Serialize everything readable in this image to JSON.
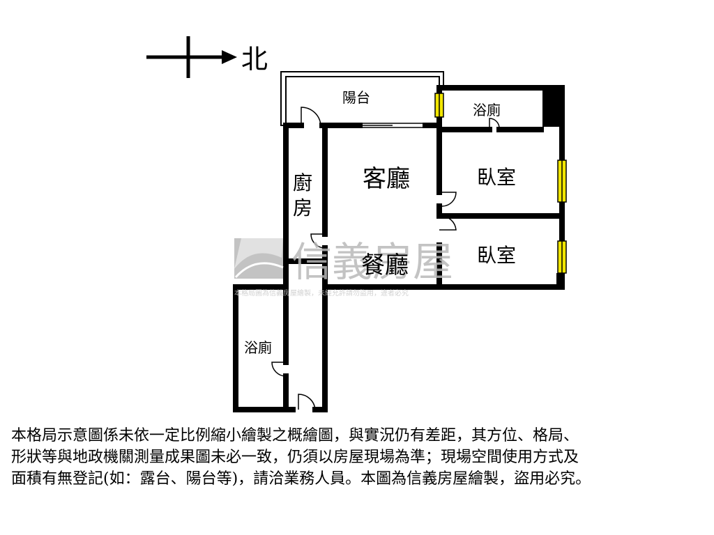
{
  "compass": {
    "north_label": "北"
  },
  "rooms": {
    "balcony": "陽台",
    "bath_top": "浴廁",
    "living_room": "客廳",
    "bedroom_1": "臥室",
    "kitchen": "廚房",
    "dining_room": "餐廳",
    "bedroom_2": "臥室",
    "bath_bottom": "浴廁"
  },
  "watermark": {
    "brand": "信義房屋",
    "note": "本格局圖為信義房屋繪製，未經允許請勿盜用，違者必究"
  },
  "disclaimer": {
    "line1": "本格局示意圖係未依一定比例縮小繪製之概繪圖，與實況仍有差距，其方位、格局、",
    "line2": "形狀等與地政機關測量成果圖未必一致，仍須以房屋現場為準；現場空間使用方式及",
    "line3": "面積有無登記(如：露台、陽台等)，請洽業務人員。本圖為信義房屋繪製，盜用必究。"
  },
  "colors": {
    "wall": "#000000",
    "window": "#f2e600",
    "watermark": "#b9b9b9"
  }
}
